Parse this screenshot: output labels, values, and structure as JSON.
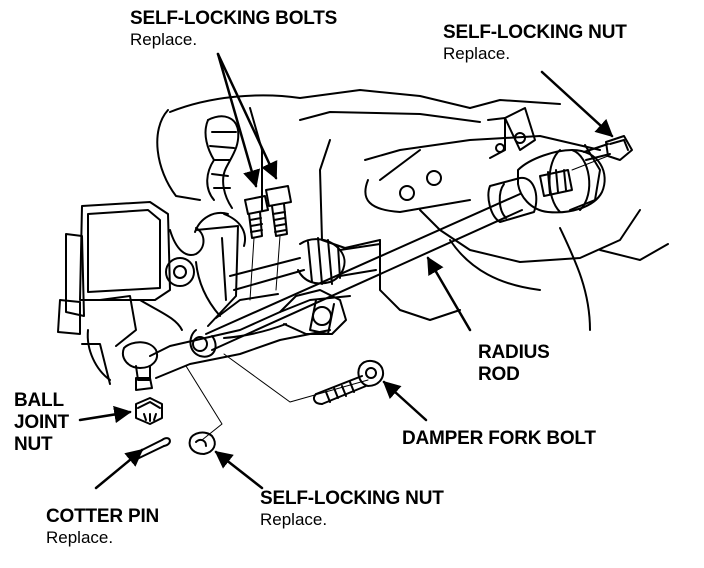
{
  "labels": {
    "self_locking_bolts": {
      "title": "SELF-LOCKING BOLTS",
      "note": "Replace."
    },
    "self_locking_nut_top": {
      "title": "SELF-LOCKING NUT",
      "note": "Replace."
    },
    "radius_rod": {
      "line1": "RADIUS",
      "line2": "ROD"
    },
    "damper_fork_bolt": {
      "title": "DAMPER FORK BOLT"
    },
    "ball_joint_nut": {
      "line1": "BALL",
      "line2": "JOINT",
      "line3": "NUT"
    },
    "cotter_pin": {
      "title": "COTTER PIN",
      "note": "Replace."
    },
    "self_locking_nut_bottom": {
      "title": "SELF-LOCKING NUT",
      "note": "Replace."
    }
  },
  "colors": {
    "ink": "#000000",
    "paper": "#ffffff"
  }
}
